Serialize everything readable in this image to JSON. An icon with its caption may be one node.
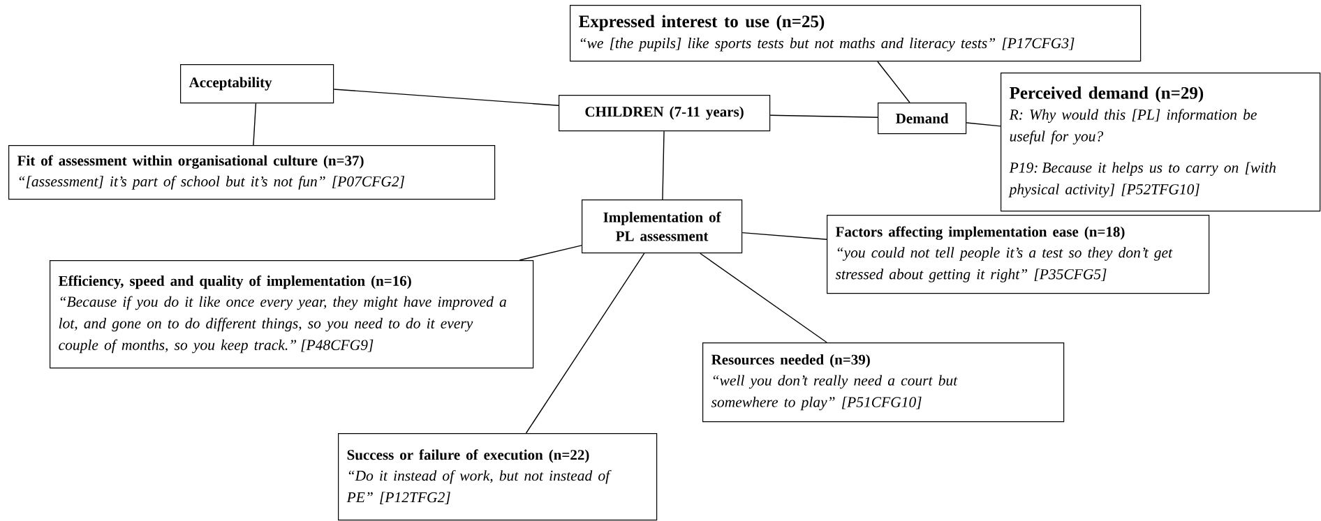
{
  "diagram": {
    "nodes": [
      {
        "text": [
          "Expressed interest to use (n=25)",
          "“we [the pupils] like sports tests but not maths and literacy tests” [P17CFG3]"
        ]
      },
      {
        "text": [
          "Acceptability"
        ]
      },
      {
        "text": [
          "CHILDREN (7-11 years)"
        ]
      },
      {
        "text": [
          "Demand"
        ]
      },
      {
        "text": [
          "Perceived demand (n=29)",
          "R: Why would this [PL] information be useful for you?",
          "P19: Because it helps us to carry on [with physical activity] [P52TFG10]"
        ]
      },
      {
        "text": [
          "Fit of assessment within organisational culture (n=37)",
          "“[assessment] it’s part of school but it’s not fun” [P07CFG2]"
        ]
      },
      {
        "text": [
          "Implementation of PL assessment"
        ]
      },
      {
        "text": [
          "Factors affecting implementation ease (n=18)",
          "“you could not tell people it’s a test so they don’t get stressed about getting it right” [P35CFG5]"
        ]
      },
      {
        "text": [
          "Efficiency, speed and quality of implementation (n=16)",
          "“Because if you do it like once every year, they might have improved a lot, and gone on to do different things, so you need to do it every couple of months, so you keep track.” [P48CFG9]"
        ]
      },
      {
        "text": [
          "Resources needed (n=39)",
          "“well you don’t really need a court but somewhere to play” [P51CFG10]"
        ]
      },
      {
        "text": [
          "Success or failure of execution (n=22)",
          "“Do it instead of work, but not instead of PE” [P12TFG2]"
        ]
      }
    ],
    "edges": [
      {
        "from": 2,
        "to": 1,
        "arrow": "none"
      },
      {
        "from": 1,
        "to": 5,
        "arrow": "none"
      },
      {
        "from": 2,
        "to": 3,
        "arrow": "none"
      },
      {
        "from": 3,
        "to": 0,
        "arrow": "none"
      },
      {
        "from": 3,
        "to": 4,
        "arrow": "none"
      },
      {
        "from": 2,
        "to": 6,
        "arrow": "none"
      },
      {
        "from": 6,
        "to": 8,
        "arrow": "none"
      },
      {
        "from": 6,
        "to": 7,
        "arrow": "none"
      },
      {
        "from": 6,
        "to": 9,
        "arrow": "none"
      },
      {
        "from": 6,
        "to": 10,
        "arrow": "none"
      }
    ]
  }
}
